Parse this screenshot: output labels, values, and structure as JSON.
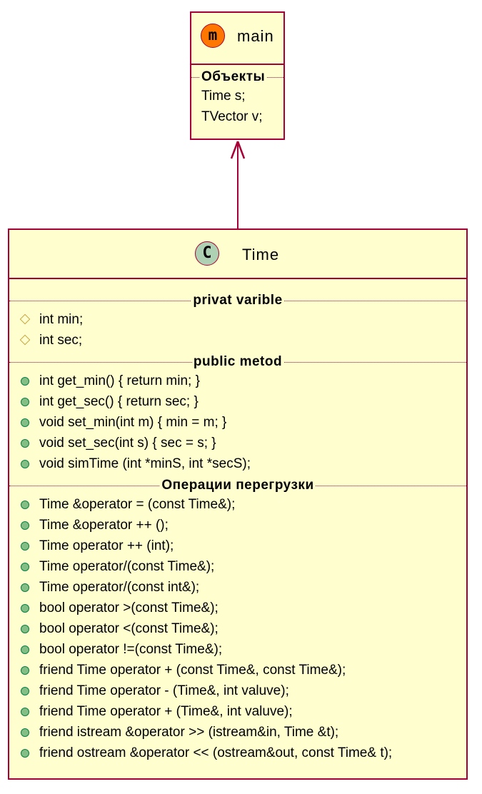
{
  "main_box": {
    "stereotype_letter": "m",
    "name": "main",
    "section_title": "Объекты",
    "fields": [
      "Time s;",
      "TVector v;"
    ],
    "badge_color": "#ff7700"
  },
  "time_box": {
    "stereotype_letter": "C",
    "name": "Time",
    "badge_color": "#add1b2",
    "sections": [
      {
        "title": "privat varible",
        "visibility": "private",
        "members": [
          "int min;",
          "int sec;"
        ]
      },
      {
        "title": "public metod",
        "visibility": "public",
        "members": [
          "int get_min() { return min; }",
          "int get_sec() { return sec; }",
          "void set_min(int m) { min = m; }",
          "void set_sec(int s) { sec = s; }",
          "void simTime (int *minS, int *secS);"
        ]
      },
      {
        "title": "Операции перегрузки",
        "visibility": "public",
        "members": [
          "Time &operator = (const Time&);",
          "Time &operator ++ ();",
          "Time operator ++ (int);",
          "Time operator/(const Time&);",
          "Time operator/(const int&);",
          "bool operator >(const Time&);",
          "bool operator <(const Time&);",
          "bool operator !=(const Time&);",
          "friend Time operator + (const Time&, const Time&);",
          "friend Time operator - (Time&, int valuve);",
          "friend Time operator + (Time&, int valuve);",
          "friend istream &operator >> (istream&in, Time &t);",
          "friend ostream &operator << (ostream&out, const Time& t);"
        ]
      }
    ]
  },
  "colors": {
    "border": "#a80036",
    "fill": "#fefece",
    "private_icon": "#c19a2b",
    "public_icon": "#84be84"
  }
}
